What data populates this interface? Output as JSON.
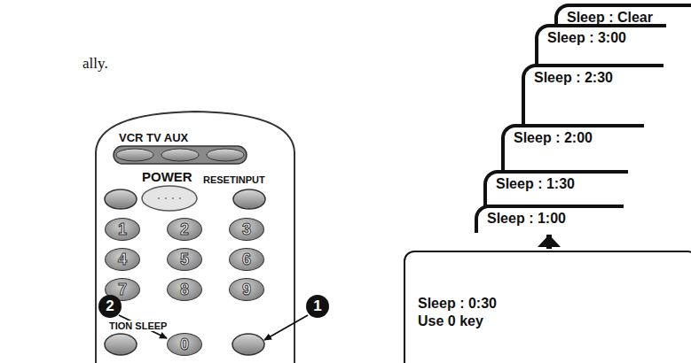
{
  "diagram": {
    "nodes": [
      {
        "text": [
          "Sleep : Clear"
        ]
      },
      {
        "text": [
          "Sleep : 3:00"
        ]
      },
      {
        "text": [
          "Sleep : 2:30"
        ]
      },
      {
        "text": [
          "Sleep : 2:00"
        ]
      },
      {
        "text": [
          "Sleep : 1:30"
        ]
      },
      {
        "text": [
          "Sleep : 1:00"
        ]
      },
      {
        "text": [
          "Sleep : 0:30",
          "Use 0 key"
        ]
      },
      {
        "text": [
          "1"
        ]
      },
      {
        "text": [
          "2"
        ]
      },
      {
        "text": [
          "3"
        ]
      },
      {
        "text": [
          "4"
        ]
      },
      {
        "text": [
          "5"
        ]
      },
      {
        "text": [
          "6"
        ]
      },
      {
        "text": [
          "7"
        ]
      },
      {
        "text": [
          "8"
        ]
      },
      {
        "text": [
          "9"
        ]
      },
      {
        "text": [
          "0"
        ]
      }
    ],
    "edges": [
      {
        "from": 6,
        "to": 5,
        "arrow": "to"
      }
    ],
    "labels": [
      "ally.",
      "VCR TV AUX",
      "POWER",
      "RESETINPUT",
      "TION SLEEP",
      "2",
      "1"
    ]
  }
}
